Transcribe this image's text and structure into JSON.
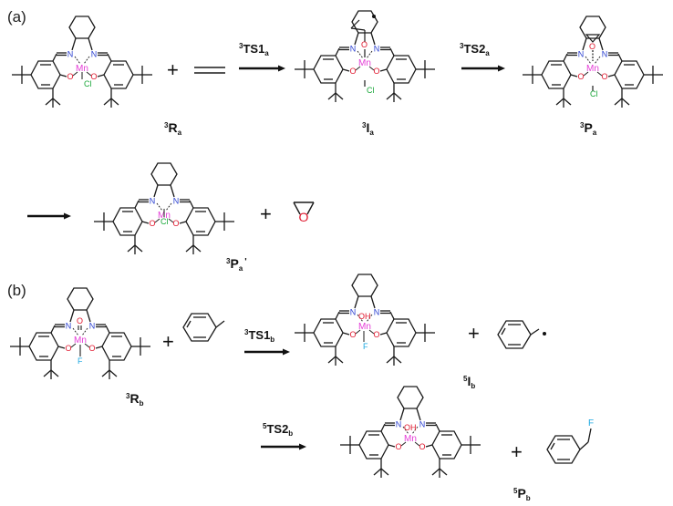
{
  "panels": {
    "a": {
      "label": "(a)"
    },
    "b": {
      "label": "(b)"
    }
  },
  "atoms": {
    "Mn": "Mn",
    "N": "N",
    "O": "O",
    "Cl": "Cl",
    "F": "F",
    "OH": "OH"
  },
  "signs": {
    "plus": "+"
  },
  "labels": {
    "R_a": {
      "sup": "3",
      "main": "R",
      "sub": "a"
    },
    "TS1_a": {
      "sup": "3",
      "main": "TS1",
      "sub": "a"
    },
    "I_a": {
      "sup": "3",
      "main": "I",
      "sub": "a"
    },
    "TS2_a": {
      "sup": "3",
      "main": "TS2",
      "sub": "a"
    },
    "P_a": {
      "sup": "3",
      "main": "P",
      "sub": "a"
    },
    "P_a2": {
      "sup": "3",
      "main": "P",
      "sub": "a",
      "prime": "'"
    },
    "R_b": {
      "sup": "3",
      "main": "R",
      "sub": "b"
    },
    "TS1_b": {
      "sup": "3",
      "main": "TS1",
      "sub": "b"
    },
    "I_b": {
      "sup": "5",
      "main": "I",
      "sub": "b"
    },
    "TS2_b": {
      "sup": "5",
      "main": "TS2",
      "sub": "b"
    },
    "P_b": {
      "sup": "5",
      "main": "P",
      "sub": "b"
    }
  },
  "colors": {
    "bond": "#1a1a1a",
    "nitrogen": "#2a3fd0",
    "oxygen": "#e0182e",
    "manganese": "#e43ad6",
    "chlorine": "#1aa83a",
    "fluorine": "#1aa7e0"
  }
}
